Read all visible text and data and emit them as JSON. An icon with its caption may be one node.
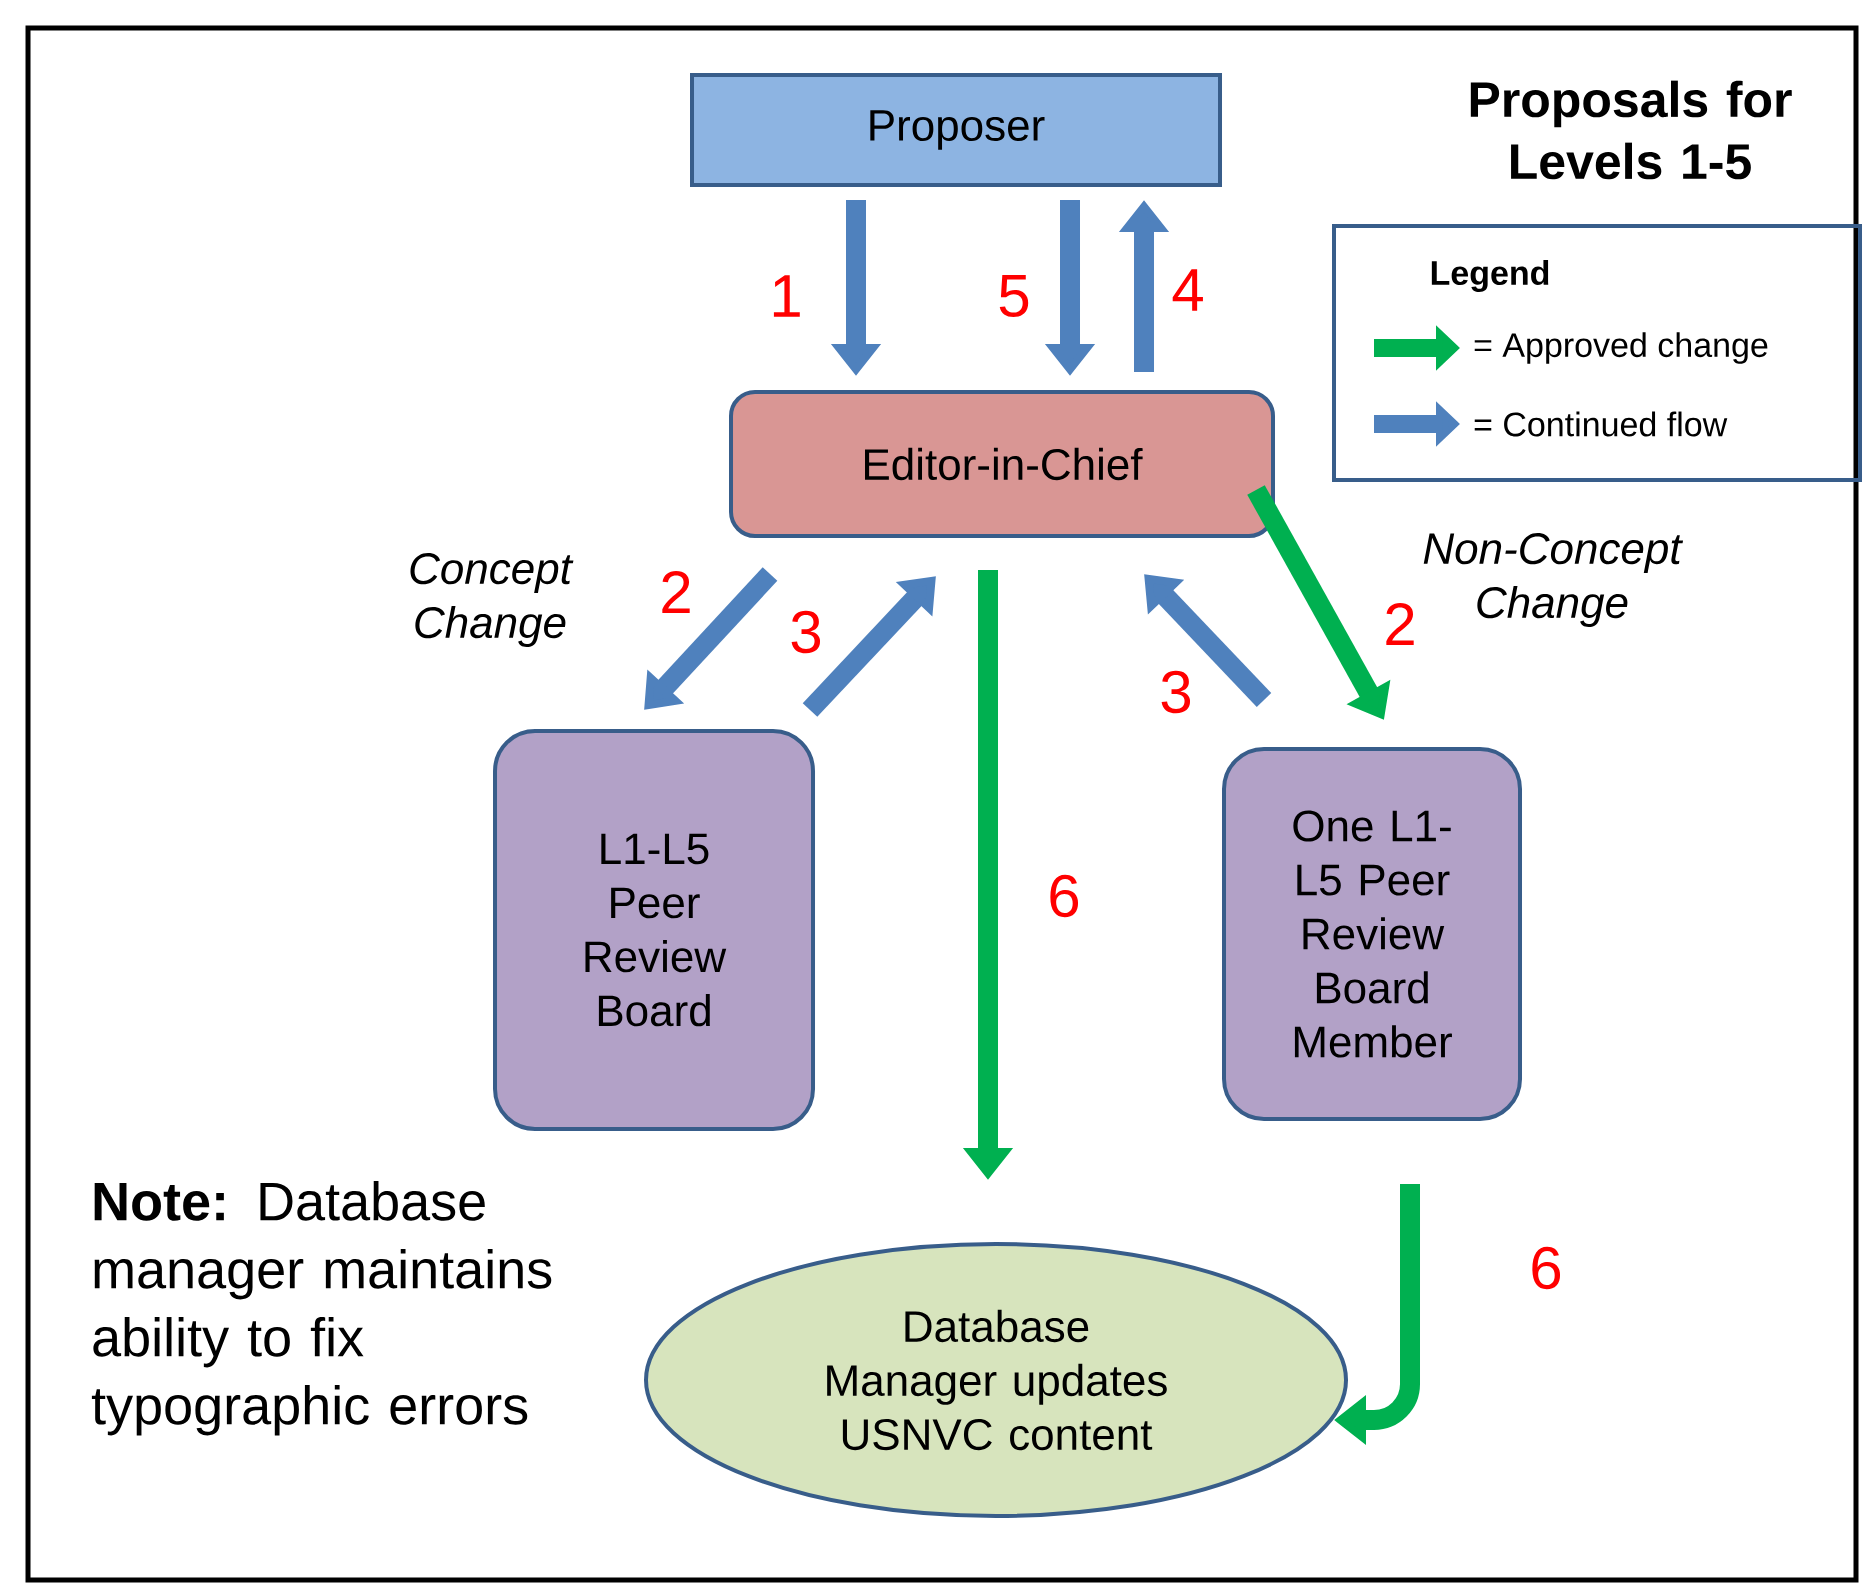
{
  "diagram": {
    "title": "Proposals for Levels 1-5",
    "nodes": [
      {
        "text": [
          "Proposer"
        ]
      },
      {
        "text": [
          "Editor-in-Chief"
        ]
      },
      {
        "text": [
          "L1-L5 Peer Review Board"
        ]
      },
      {
        "text": [
          "One L1-L5 Peer Review Board Member"
        ]
      },
      {
        "text": [
          "Database Manager updates USNVC content"
        ]
      }
    ],
    "edges": [
      {
        "from": 0,
        "to": 1,
        "arrow": "to",
        "label": "1"
      },
      {
        "from": 1,
        "to": 0,
        "arrow": "to",
        "label": "4"
      },
      {
        "from": 0,
        "to": 1,
        "arrow": "to",
        "label": "5"
      },
      {
        "from": 1,
        "to": 2,
        "arrow": "to",
        "label": "2"
      },
      {
        "from": 2,
        "to": 1,
        "arrow": "to",
        "label": "3"
      },
      {
        "from": 3,
        "to": 1,
        "arrow": "to",
        "label": "3"
      },
      {
        "from": 1,
        "to": 3,
        "arrow": "to",
        "label": "2",
        "color": "#00b050"
      },
      {
        "from": 1,
        "to": 4,
        "arrow": "to",
        "label": "6",
        "color": "#00b050"
      },
      {
        "from": 3,
        "to": 4,
        "arrow": "to",
        "label": "6",
        "color": "#00b050"
      }
    ],
    "labels": [
      "Legend",
      "Concept Change",
      "Non-Concept Change",
      "**Note:** Database manager maintains ability to fix typographic errors"
    ],
    "legend": [
      {
        "text": "= Approved change",
        "color": "#00b050"
      },
      {
        "text": "= Continued flow",
        "color": "#4f81bd"
      }
    ]
  }
}
